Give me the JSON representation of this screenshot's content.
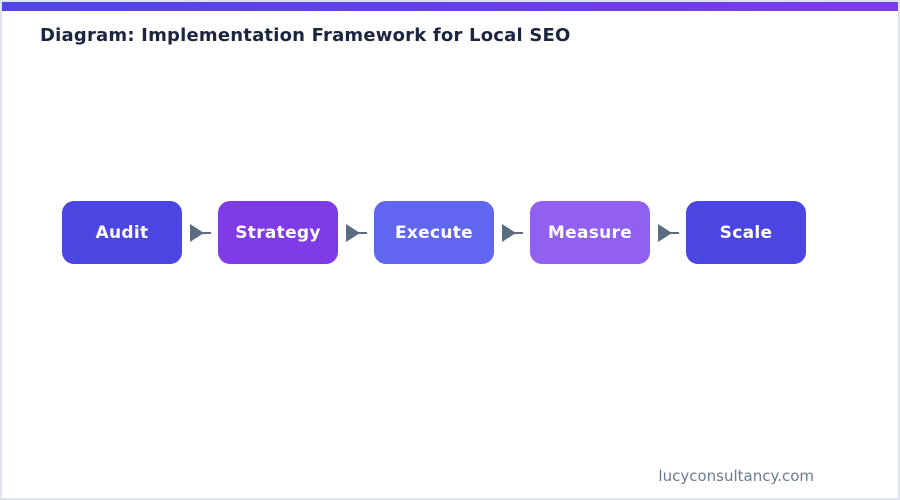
{
  "header": {
    "title": "Diagram: Implementation Framework for Local SEO"
  },
  "accent_bar": {
    "gradient_start": "#4f46e5",
    "gradient_end": "#7c3aed"
  },
  "flow": {
    "steps": [
      {
        "label": "Audit",
        "color": "#4b45e1"
      },
      {
        "label": "Strategy",
        "color": "#7e3be6"
      },
      {
        "label": "Execute",
        "color": "#6166f0"
      },
      {
        "label": "Measure",
        "color": "#9160f1"
      },
      {
        "label": "Scale",
        "color": "#4b45e1"
      }
    ],
    "arrow_color": "#5b6b80"
  },
  "footer": {
    "website": "lucyconsultancy.com"
  }
}
